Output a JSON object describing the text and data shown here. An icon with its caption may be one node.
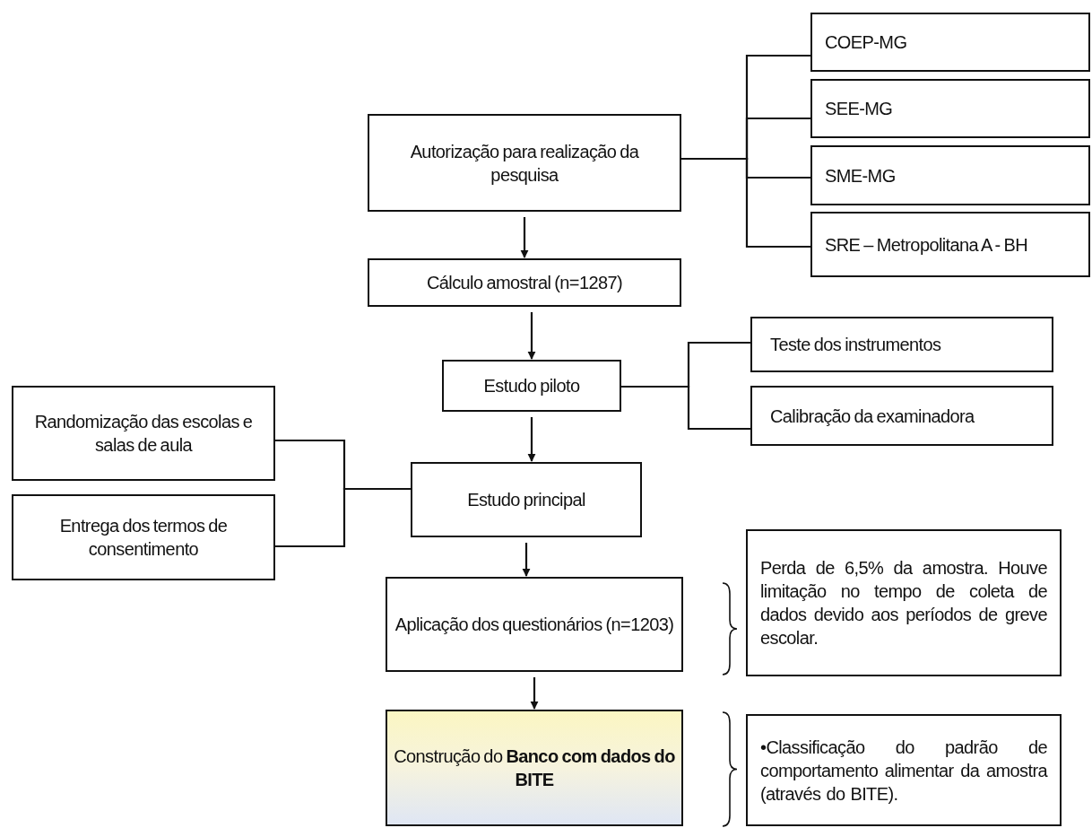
{
  "diagram": {
    "nodes": [
      {
        "text": [
          "Autorização para realização da pesquisa"
        ]
      },
      {
        "text": [
          "COEP-MG"
        ]
      },
      {
        "text": [
          "SEE-MG"
        ]
      },
      {
        "text": [
          "SME-MG"
        ]
      },
      {
        "text": [
          "SRE – Metropolitana A - BH"
        ]
      },
      {
        "text": [
          "Cálculo amostral (n=1287)"
        ]
      },
      {
        "text": [
          "Teste dos instrumentos"
        ]
      },
      {
        "text": [
          "Estudo piloto"
        ]
      },
      {
        "text": [
          "Calibração da examinadora"
        ]
      },
      {
        "text": [
          "Randomização das escolas e salas de aula"
        ]
      },
      {
        "text": [
          "Entrega dos termos de consentimento"
        ]
      },
      {
        "text": [
          "Estudo principal"
        ]
      },
      {
        "text": [
          "Aplicação dos questionários (n=1203)"
        ]
      },
      {
        "text": [
          "Perda de 6,5% da amostra. Houve limitação no tempo de coleta de dados devido aos períodos de greve escolar."
        ]
      },
      {
        "text": [
          "Construção do **Banco com dados do BITE**"
        ]
      },
      {
        "text": [
          "•Classificação do padrão de comportamento alimentar da amostra (através do BITE)."
        ]
      }
    ],
    "edges": [
      {
        "from": 0,
        "to": 1,
        "arrow": "none"
      },
      {
        "from": 0,
        "to": 2,
        "arrow": "none"
      },
      {
        "from": 0,
        "to": 3,
        "arrow": "none"
      },
      {
        "from": 0,
        "to": 4,
        "arrow": "none"
      },
      {
        "from": 0,
        "to": 5,
        "arrow": "to"
      },
      {
        "from": 5,
        "to": 7,
        "arrow": "to"
      },
      {
        "from": 7,
        "to": 6,
        "arrow": "none"
      },
      {
        "from": 7,
        "to": 8,
        "arrow": "none"
      },
      {
        "from": 9,
        "to": 11,
        "arrow": "none"
      },
      {
        "from": 10,
        "to": 11,
        "arrow": "none"
      },
      {
        "from": 7,
        "to": 11,
        "arrow": "to"
      },
      {
        "from": 11,
        "to": 12,
        "arrow": "to"
      },
      {
        "from": 12,
        "to": 14,
        "arrow": "to"
      }
    ]
  }
}
